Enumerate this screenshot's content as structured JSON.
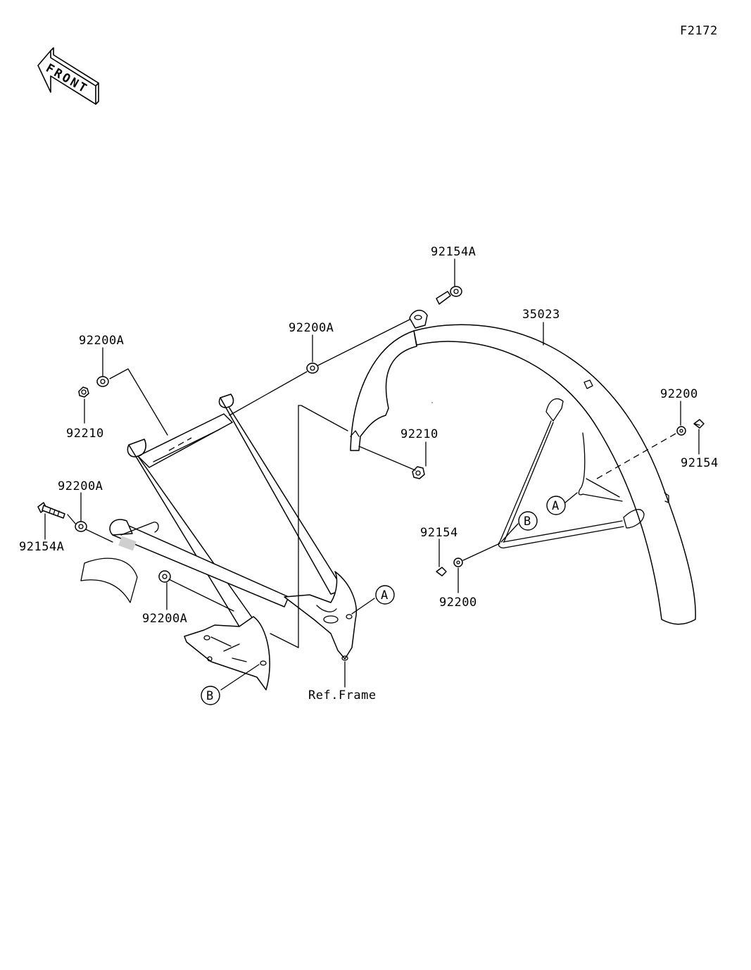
{
  "figure_code": "F2172",
  "front_badge": {
    "text": "FRONT",
    "icon": "front-arrow-icon"
  },
  "parts": [
    {
      "id": "p1",
      "number": "92154A",
      "desc": "bolt"
    },
    {
      "id": "p2",
      "number": "35023",
      "desc": "fender"
    },
    {
      "id": "p3",
      "number": "92200A",
      "desc": "washer"
    },
    {
      "id": "p4",
      "number": "92200A",
      "desc": "washer"
    },
    {
      "id": "p5",
      "number": "92210",
      "desc": "nut"
    },
    {
      "id": "p6",
      "number": "92210",
      "desc": "nut"
    },
    {
      "id": "p7",
      "number": "92200",
      "desc": "washer"
    },
    {
      "id": "p8",
      "number": "92154",
      "desc": "bolt"
    },
    {
      "id": "p9",
      "number": "92200A",
      "desc": "washer"
    },
    {
      "id": "p10",
      "number": "92154A",
      "desc": "bolt"
    },
    {
      "id": "p11",
      "number": "92154",
      "desc": "bolt"
    },
    {
      "id": "p12",
      "number": "92200",
      "desc": "washer"
    },
    {
      "id": "p13",
      "number": "92200A",
      "desc": "washer"
    }
  ],
  "callouts": {
    "a": "A",
    "b": "B"
  },
  "reference_label": "Ref.Frame"
}
